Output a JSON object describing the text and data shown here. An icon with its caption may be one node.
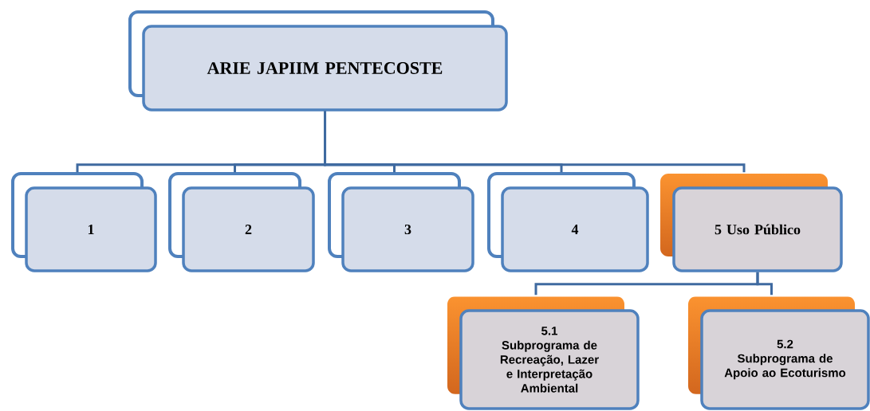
{
  "diagram": {
    "nodes": [
      {
        "text": [
          "ARIE JAPIIM PENTECOSTE"
        ]
      },
      {
        "text": [
          "1"
        ]
      },
      {
        "text": [
          "2"
        ]
      },
      {
        "text": [
          "3"
        ]
      },
      {
        "text": [
          "4"
        ]
      },
      {
        "text": [
          "5 Uso Público"
        ]
      },
      {
        "text": [
          "5.1",
          "Subprograma de Recreação, Lazer e Interpretação Ambiental"
        ]
      },
      {
        "text": [
          "5.2",
          "Subprograma de Apoio ao Ecoturismo"
        ]
      }
    ],
    "edges": [
      {
        "from": 0,
        "to": 1,
        "arrow": "none"
      },
      {
        "from": 0,
        "to": 2,
        "arrow": "none"
      },
      {
        "from": 0,
        "to": 3,
        "arrow": "none"
      },
      {
        "from": 0,
        "to": 4,
        "arrow": "none"
      },
      {
        "from": 0,
        "to": 5,
        "arrow": "none"
      },
      {
        "from": 5,
        "to": 6,
        "arrow": "none"
      },
      {
        "from": 5,
        "to": 7,
        "arrow": "none"
      }
    ]
  }
}
